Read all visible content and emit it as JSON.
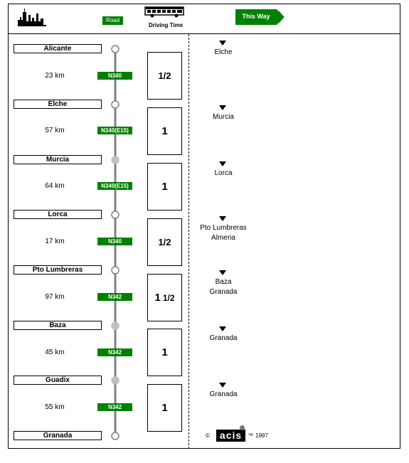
{
  "header": {
    "road_label": "Road",
    "driving_time_label": "Driving Time",
    "this_way_label": "This Way"
  },
  "towns": [
    {
      "name": "Alicante",
      "stop": "open"
    },
    {
      "name": "Elche",
      "stop": "open"
    },
    {
      "name": "Murcia",
      "stop": "filled"
    },
    {
      "name": "Lorca",
      "stop": "open"
    },
    {
      "name": "Pto Lumbreras",
      "stop": "open"
    },
    {
      "name": "Baza",
      "stop": "filled"
    },
    {
      "name": "Guadix",
      "stop": "filled"
    },
    {
      "name": "Granada",
      "stop": "open"
    }
  ],
  "segments": [
    {
      "distance": "23 km",
      "road": "N340",
      "time_whole": "",
      "time_frac": "1/2"
    },
    {
      "distance": "57 km",
      "road": "N340(E15)",
      "time_whole": "1",
      "time_frac": ""
    },
    {
      "distance": "64 km",
      "road": "N340(E15)",
      "time_whole": "1",
      "time_frac": ""
    },
    {
      "distance": "17 km",
      "road": "N340",
      "time_whole": "",
      "time_frac": "1/2"
    },
    {
      "distance": "97 km",
      "road": "N342",
      "time_whole": "1",
      "time_frac": "1/2"
    },
    {
      "distance": "45 km",
      "road": "N342",
      "time_whole": "1",
      "time_frac": ""
    },
    {
      "distance": "55 km",
      "road": "N342",
      "time_whole": "1",
      "time_frac": ""
    }
  ],
  "directions": [
    {
      "line1": "Elche",
      "line2": ""
    },
    {
      "line1": "Murcia",
      "line2": ""
    },
    {
      "line1": "Lorca",
      "line2": ""
    },
    {
      "line1": "Pto Lumbreras",
      "line2": "Almeria"
    },
    {
      "line1": "Baza",
      "line2": "Granada"
    },
    {
      "line1": "Granada",
      "line2": ""
    },
    {
      "line1": "Granada",
      "line2": ""
    }
  ],
  "footer": {
    "copyright": "©",
    "logo_text": "acis",
    "trademark": "™",
    "year": "1997"
  },
  "colors": {
    "road_green": "#008000",
    "stop_grey": "#c0c0c0",
    "line_grey": "#808080"
  },
  "icons": [
    "city-skyline-icon",
    "bus-icon",
    "arrow-right-icon",
    "down-triangle-icon"
  ]
}
